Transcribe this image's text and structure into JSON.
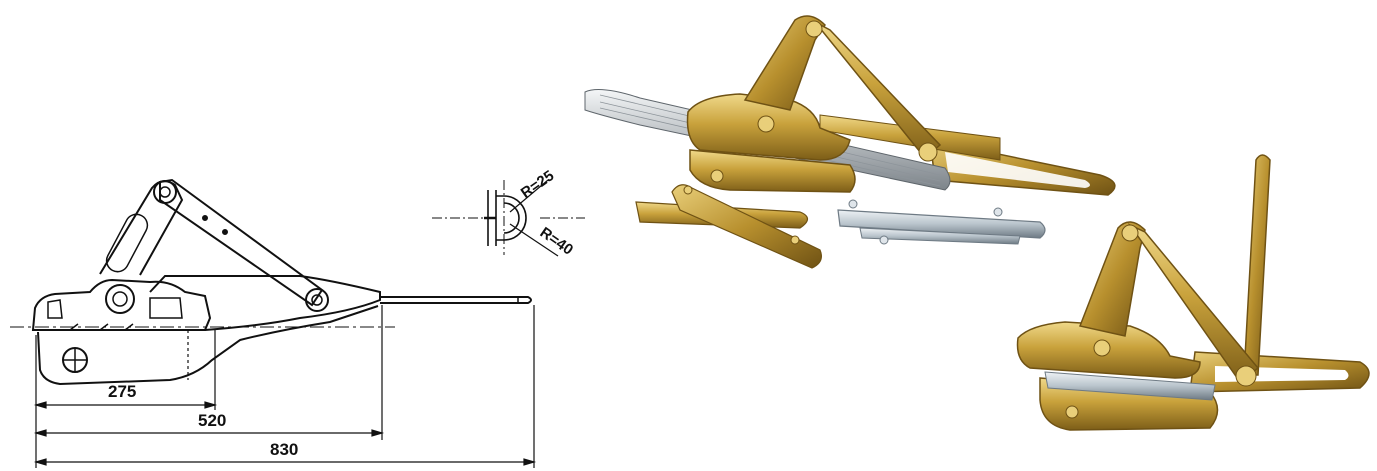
{
  "drawing": {
    "dimensions": {
      "d275": "275",
      "d520": "520",
      "d830": "830"
    },
    "radius_labels": {
      "r25": "R=25",
      "r40": "R=40"
    }
  },
  "photos": {
    "count": 2,
    "colors": {
      "brass": "#c9a23c",
      "brass_dark": "#8a6a1e",
      "brass_light": "#e9cf7a",
      "steel": "#b9c4cc",
      "steel_dark": "#6e7a84"
    }
  }
}
